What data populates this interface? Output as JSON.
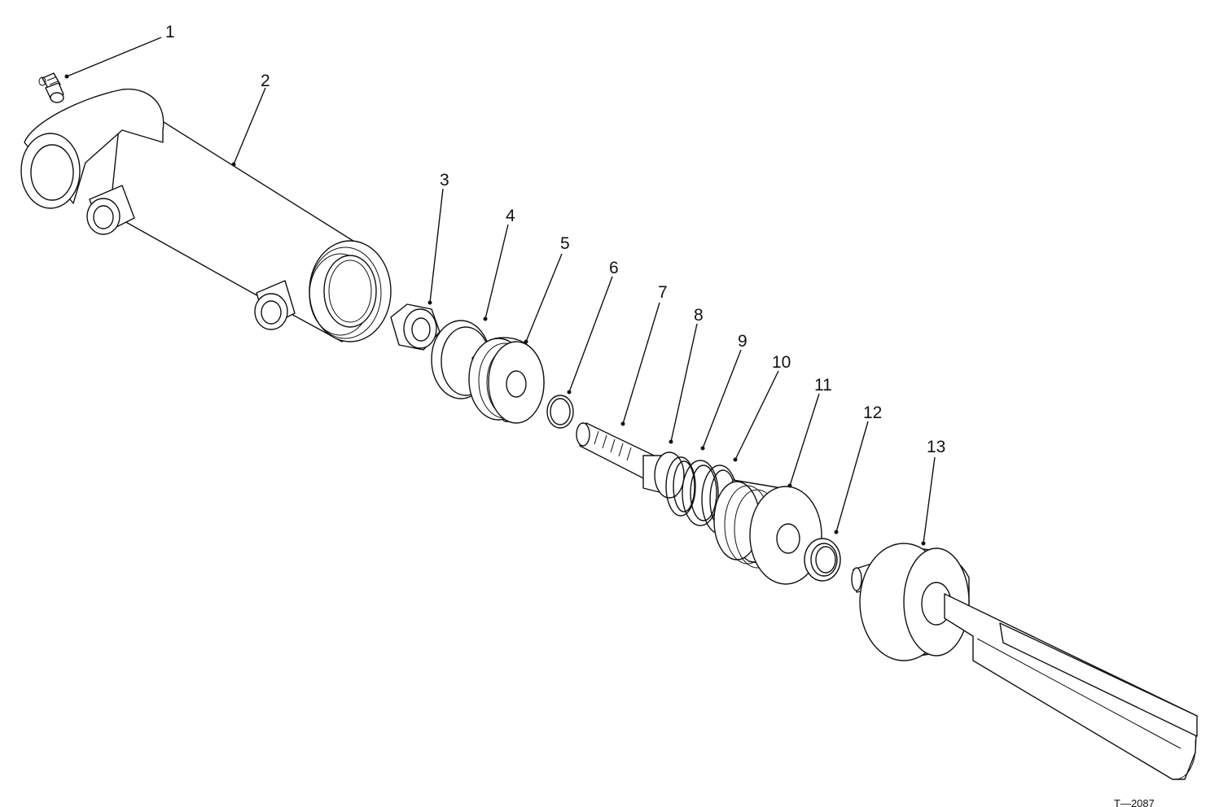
{
  "callouts": [
    {
      "id": "1",
      "label": "1",
      "part": "grease-fitting"
    },
    {
      "id": "2",
      "label": "2",
      "part": "cylinder-body"
    },
    {
      "id": "3",
      "label": "3",
      "part": "hex-nut"
    },
    {
      "id": "4",
      "label": "4",
      "part": "ring"
    },
    {
      "id": "5",
      "label": "5",
      "part": "piston"
    },
    {
      "id": "6",
      "label": "6",
      "part": "o-ring"
    },
    {
      "id": "7",
      "label": "7",
      "part": "piston-rod"
    },
    {
      "id": "8",
      "label": "8",
      "part": "o-ring"
    },
    {
      "id": "9",
      "label": "9",
      "part": "back-up-ring"
    },
    {
      "id": "10",
      "label": "10",
      "part": "o-ring"
    },
    {
      "id": "11",
      "label": "11",
      "part": "gland"
    },
    {
      "id": "12",
      "label": "12",
      "part": "wiper-seal"
    },
    {
      "id": "13",
      "label": "13",
      "part": "rod-end-clevis"
    }
  ],
  "figure_id": "T—2087",
  "colors": {
    "line": "#111111",
    "background": "#ffffff"
  }
}
